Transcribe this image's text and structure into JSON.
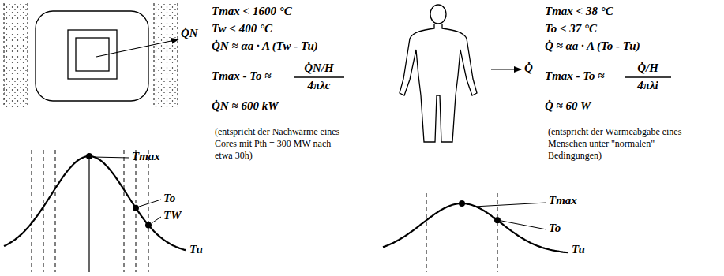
{
  "diagram": {
    "labels": [
      "Q̇N",
      "Tmax < 1600 °C",
      "Tw < 400 °C",
      "Q̇N ≈ αa · A (Tw - Tu)",
      "Tmax - To ≈",
      "Q̇N/H",
      "4πλc",
      "Q̇N ≈ 600 kW",
      "(entspricht der Nachwärme eines Cores mit Pth = 300 MW nach etwa 30h)",
      "Tmax",
      "To",
      "TW",
      "Tu",
      "Q̇",
      "Tmax < 38 °C",
      "To < 37 °C",
      "Q̇ ≈ αa · A (To - Tu)",
      "Tmax - To ≈",
      "Q̇/H",
      "4πλi",
      "Q̇ ≈ 60 W",
      "(entspricht der Wärmeabgabe eines Menschen unter \"normalen\" Bedingungen)",
      "Tmax",
      "To",
      "Tu"
    ]
  }
}
